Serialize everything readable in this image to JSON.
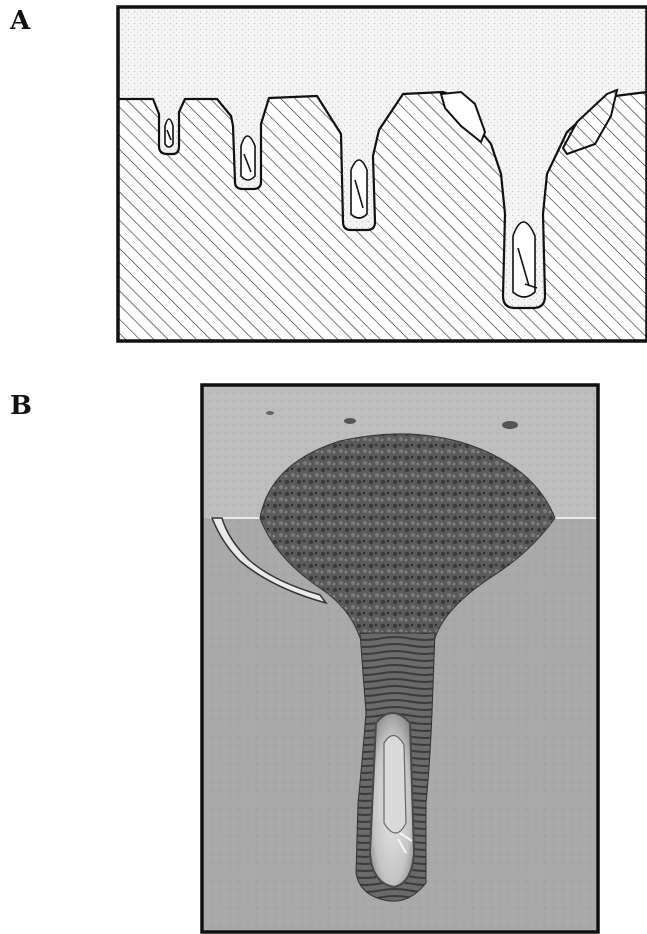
{
  "figure": {
    "panels": [
      {
        "id": "panel-a",
        "label": "A"
      },
      {
        "id": "panel-b",
        "label": "B"
      }
    ]
  },
  "colors": {
    "ink": "#111111",
    "sand": "#f3f3f3",
    "substrate": "#ffffff",
    "photo_sky": "#bdbdbd",
    "photo_ground": "#a7a7a7",
    "burrow_cast": "#5a5a5a"
  }
}
